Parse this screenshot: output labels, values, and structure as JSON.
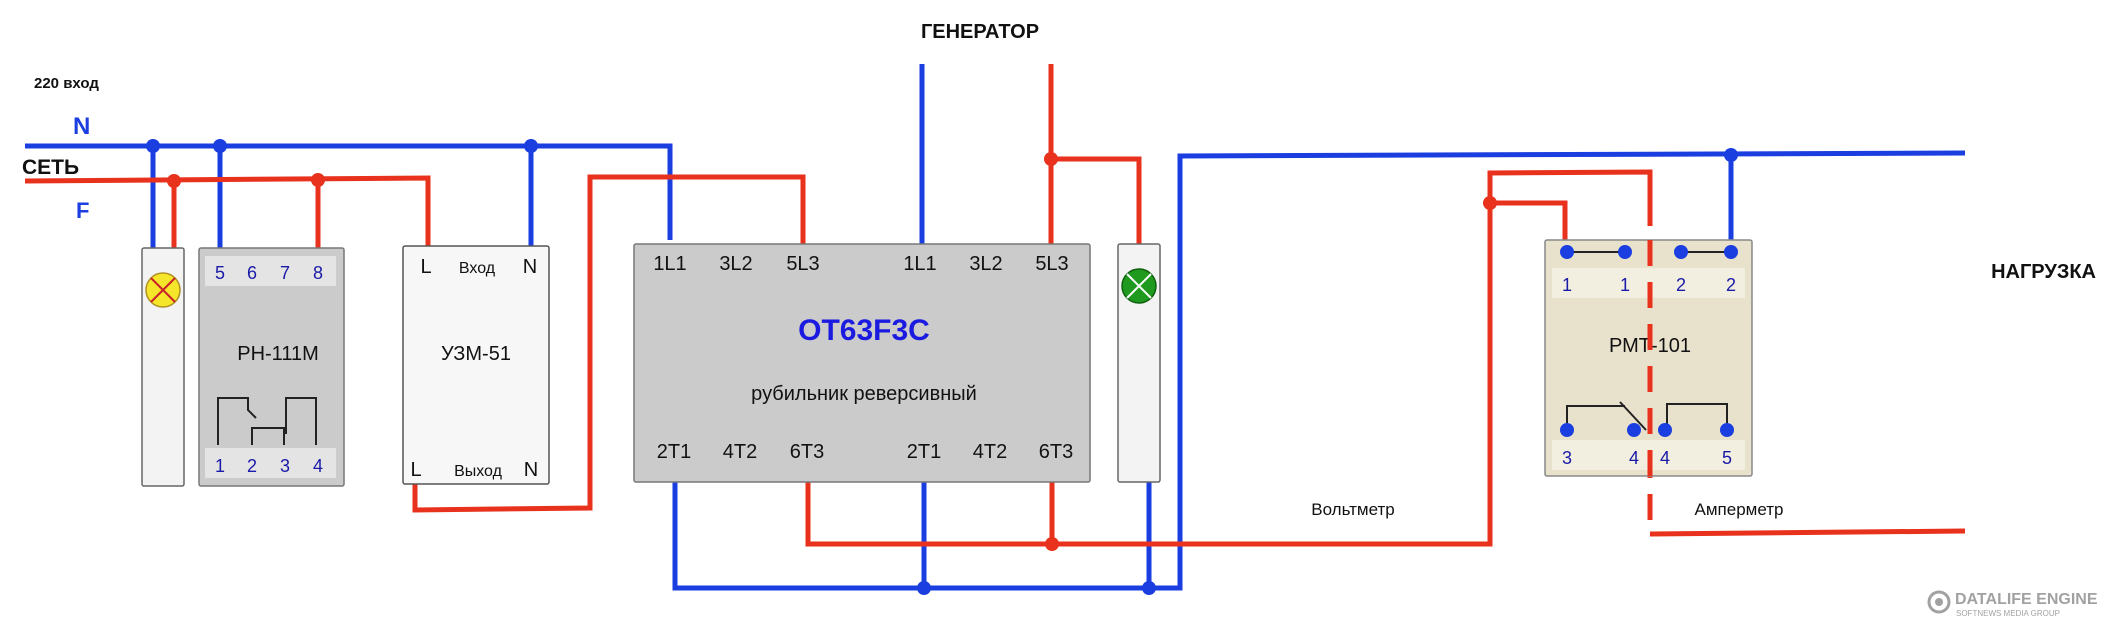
{
  "colors": {
    "neutral_wire": "#1a3ee0",
    "phase_wire": "#e8321e",
    "module_fill": "#cbcbcb",
    "rmt_fill": "#e8e2cc",
    "lamp_yellow": "#f5e62a",
    "lamp_green": "#1f9a1f",
    "terminal_blue": "#1a1aa8"
  },
  "labels": {
    "input_220": "220 вход",
    "n": "N",
    "grid": "СЕТЬ",
    "f": "F",
    "generator": "ГЕНЕРАТОР",
    "load": "НАГРУЗКА",
    "voltmeter": "Вольтметр",
    "ammeter": "Амперметр",
    "watermark_title": "DATALIFE ENGINE",
    "watermark_sub": "SOFTNEWS MEDIA GROUP"
  },
  "rn111m": {
    "name": "РН-111М",
    "top_pins": [
      "5",
      "6",
      "7",
      "8"
    ],
    "bottom_pins": [
      "1",
      "2",
      "3",
      "4"
    ]
  },
  "uzm51": {
    "name": "УЗМ-51",
    "top_left": "L",
    "top_mid": "Вход",
    "top_right": "N",
    "bottom_left": "L",
    "bottom_mid": "Выход",
    "bottom_right": "N"
  },
  "ot63": {
    "name": "OT63F3C",
    "desc": "рубильник реверсивный",
    "top_terminals": [
      "1L1",
      "3L2",
      "5L3",
      "1L1",
      "3L2",
      "5L3"
    ],
    "bottom_terminals": [
      "2T1",
      "4T2",
      "6T3",
      "2T1",
      "4T2",
      "6T3"
    ]
  },
  "rmt101": {
    "name": "РМТ-101",
    "top_pins": [
      "1",
      "1",
      "2",
      "2"
    ],
    "bottom_pins": [
      "3",
      "4",
      "4",
      "5"
    ]
  }
}
